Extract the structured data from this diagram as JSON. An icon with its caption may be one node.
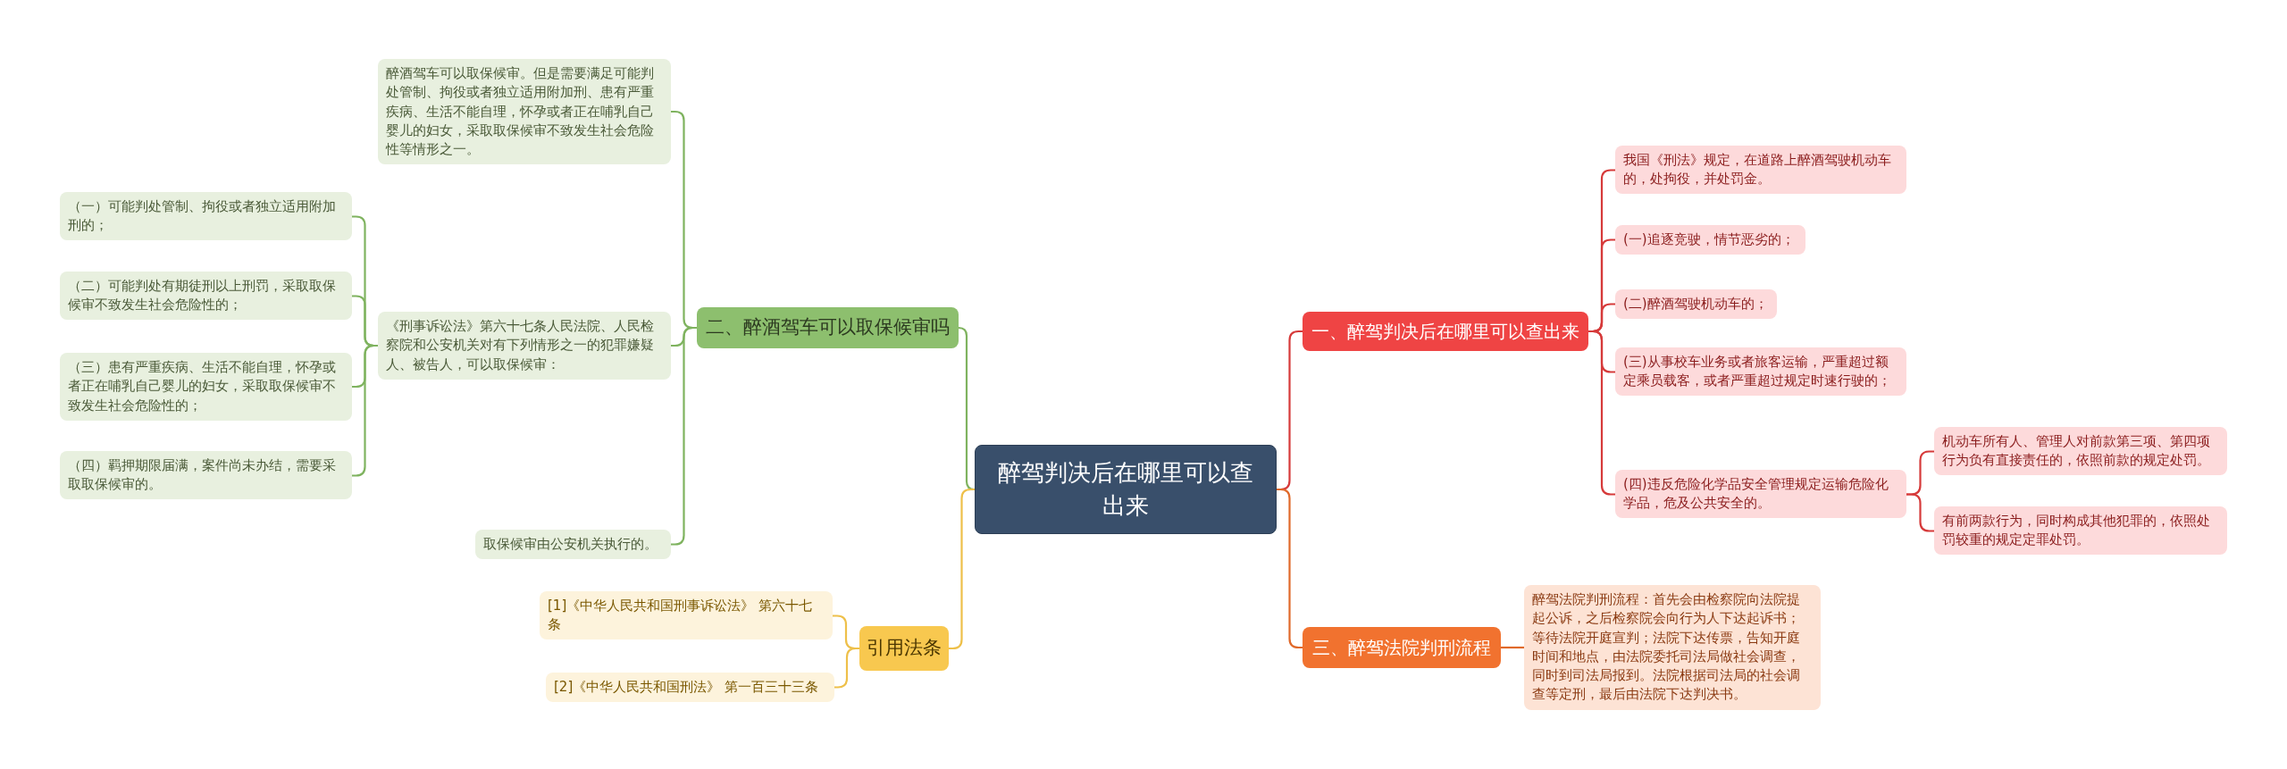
{
  "diagram": {
    "nodes": [
      {
        "text": [
          "醉驾判决后在哪里可以查出来"
        ]
      },
      {
        "text": [
          "一、醉驾判决后在哪里可以查出来"
        ]
      },
      {
        "text": [
          "我国《刑法》规定，在道路上醉酒驾驶机动车的，处拘役，并处罚金。"
        ]
      },
      {
        "text": [
          "(一)追逐竞驶，情节恶劣的；"
        ]
      },
      {
        "text": [
          "(二)醉酒驾驶机动车的；"
        ]
      },
      {
        "text": [
          "(三)从事校车业务或者旅客运输，严重超过额定乘员载客，或者严重超过规定时速行驶的；"
        ]
      },
      {
        "text": [
          "(四)违反危险化学品安全管理规定运输危险化学品，危及公共安全的。"
        ]
      },
      {
        "text": [
          "机动车所有人、管理人对前款第三项、第四项行为负有直接责任的，依照前款的规定处罚。"
        ]
      },
      {
        "text": [
          "有前两款行为，同时构成其他犯罪的，依照处罚较重的规定定罪处罚。"
        ]
      },
      {
        "text": [
          "二、醉酒驾车可以取保候审吗"
        ]
      },
      {
        "text": [
          "醉酒驾车可以取保候审。但是需要满足可能判处管制、拘役或者独立适用附加刑、患有严重疾病、生活不能自理，怀孕或者正在哺乳自己婴儿的妇女，采取取保候审不致发生社会危险性等情形之一。"
        ]
      },
      {
        "text": [
          "《刑事诉讼法》第六十七条人民法院、人民检察院和公安机关对有下列情形之一的犯罪嫌疑人、被告人，可以取保候审："
        ]
      },
      {
        "text": [
          "（一）可能判处管制、拘役或者独立适用附加刑的；"
        ]
      },
      {
        "text": [
          "（二）可能判处有期徒刑以上刑罚，采取取保候审不致发生社会危险性的；"
        ]
      },
      {
        "text": [
          "（三）患有严重疾病、生活不能自理，怀孕或者正在哺乳自己婴儿的妇女，采取取保候审不致发生社会危险性的；"
        ]
      },
      {
        "text": [
          "（四）羁押期限届满，案件尚未办结，需要采取取保候审的。"
        ]
      },
      {
        "text": [
          "取保候审由公安机关执行的。"
        ]
      },
      {
        "text": [
          "三、醉驾法院判刑流程"
        ]
      },
      {
        "text": [
          "醉驾法院判刑流程：首先会由检察院向法院提起公诉，之后检察院会向行为人下达起诉书；等待法院开庭宣判；法院下达传票，告知开庭时间和地点，由法院委托司法局做社会调查，同时到司法局报到。法院根据司法局的社会调查等定刑，最后由法院下达判决书。"
        ]
      },
      {
        "text": [
          "引用法条"
        ]
      },
      {
        "text": [
          "[1]《中华人民共和国刑事诉讼法》 第六十七条"
        ]
      },
      {
        "text": [
          "[2]《中华人民共和国刑法》 第一百三十三条"
        ]
      }
    ],
    "edges": [
      {
        "from": 0,
        "to": 1,
        "arrow": "none",
        "color": "#d63a3a"
      },
      {
        "from": 1,
        "to": 2,
        "arrow": "none",
        "color": "#d63a3a"
      },
      {
        "from": 1,
        "to": 3,
        "arrow": "none",
        "color": "#d63a3a"
      },
      {
        "from": 1,
        "to": 4,
        "arrow": "none",
        "color": "#d63a3a"
      },
      {
        "from": 1,
        "to": 5,
        "arrow": "none",
        "color": "#d63a3a"
      },
      {
        "from": 1,
        "to": 6,
        "arrow": "none",
        "color": "#d63a3a"
      },
      {
        "from": 6,
        "to": 7,
        "arrow": "none",
        "color": "#d63a3a"
      },
      {
        "from": 6,
        "to": 8,
        "arrow": "none",
        "color": "#d63a3a"
      },
      {
        "from": 0,
        "to": 9,
        "arrow": "none",
        "color": "#7fb35f"
      },
      {
        "from": 9,
        "to": 10,
        "arrow": "none",
        "color": "#7fb35f"
      },
      {
        "from": 9,
        "to": 11,
        "arrow": "none",
        "color": "#7fb35f"
      },
      {
        "from": 11,
        "to": 12,
        "arrow": "none",
        "color": "#7fb35f"
      },
      {
        "from": 11,
        "to": 13,
        "arrow": "none",
        "color": "#7fb35f"
      },
      {
        "from": 11,
        "to": 14,
        "arrow": "none",
        "color": "#7fb35f"
      },
      {
        "from": 11,
        "to": 15,
        "arrow": "none",
        "color": "#7fb35f"
      },
      {
        "from": 9,
        "to": 16,
        "arrow": "none",
        "color": "#7fb35f"
      },
      {
        "from": 0,
        "to": 17,
        "arrow": "none",
        "color": "#e0692a"
      },
      {
        "from": 17,
        "to": 18,
        "arrow": "none",
        "color": "#e0692a"
      },
      {
        "from": 0,
        "to": 19,
        "arrow": "none",
        "color": "#eec04a"
      },
      {
        "from": 19,
        "to": 20,
        "arrow": "none",
        "color": "#eec04a"
      },
      {
        "from": 19,
        "to": 21,
        "arrow": "none",
        "color": "#eec04a"
      }
    ]
  }
}
